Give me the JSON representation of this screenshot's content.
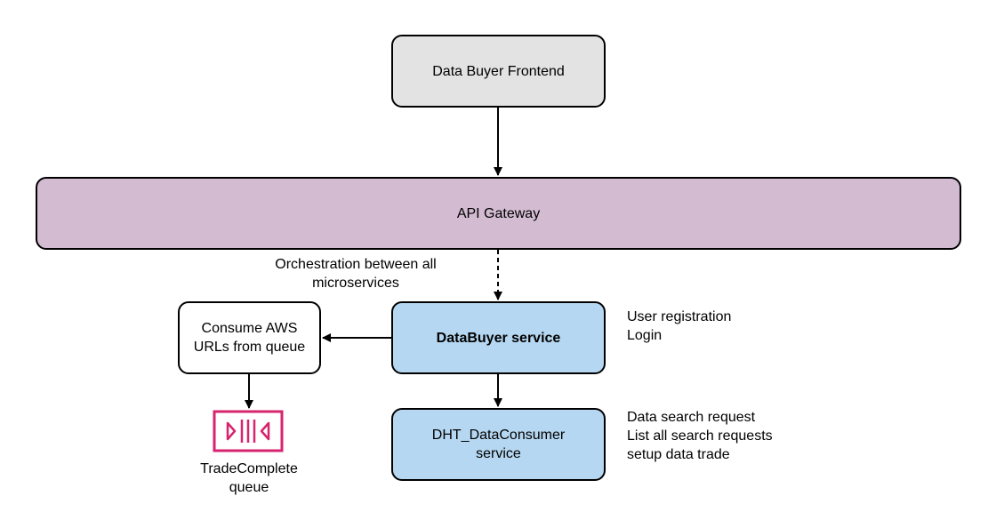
{
  "nodes": {
    "frontend": "Data Buyer Frontend",
    "gateway": "API Gateway",
    "databuyer": "DataBuyer service",
    "dhtconsumer": [
      "DHT_DataConsumer",
      "service"
    ],
    "consume": [
      "Consume AWS",
      "URLs from queue"
    ]
  },
  "labels": {
    "orchestration": [
      "Orchestration between all",
      "microservices"
    ],
    "databuyer_notes": [
      "User registration",
      "Login"
    ],
    "dht_notes": [
      "Data search request",
      "List all search requests",
      "setup data trade"
    ],
    "queue": [
      "TradeComplete",
      "queue"
    ]
  },
  "icons": {
    "queue": "queue-icon"
  },
  "colors": {
    "frontend_fill": "#e3e3e3",
    "gateway_fill": "#d3bcd2",
    "service_fill": "#b5d7f1",
    "queue_icon": "#d6246e"
  }
}
